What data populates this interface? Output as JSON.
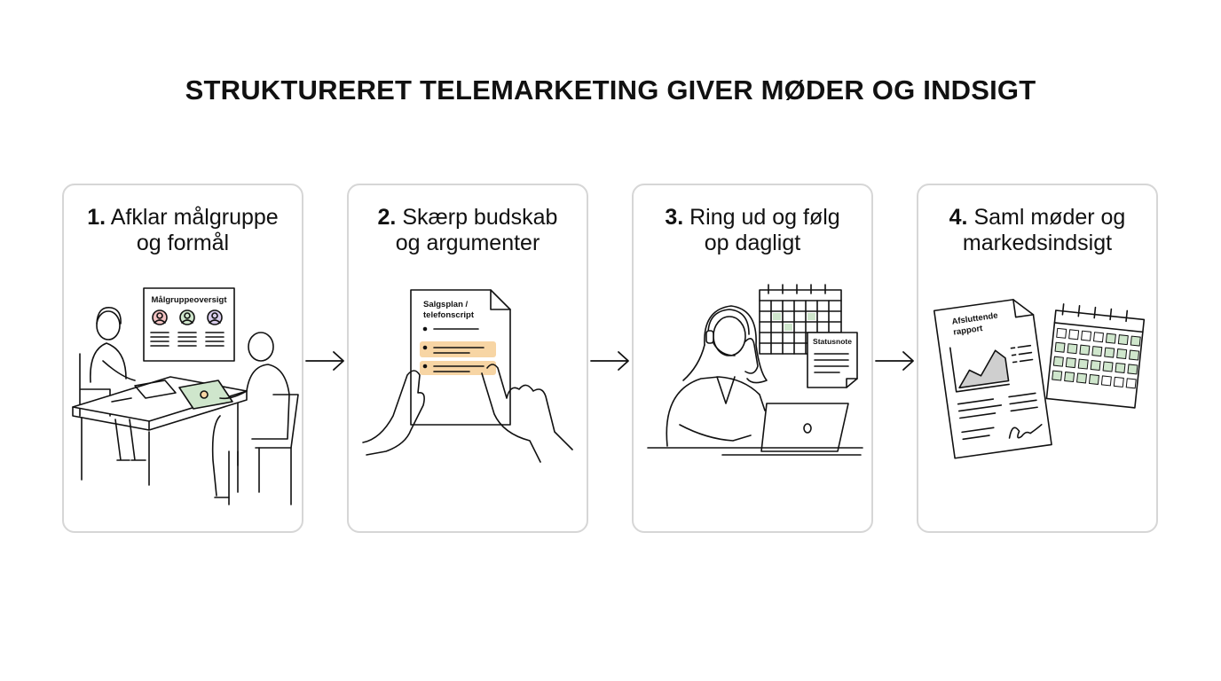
{
  "title": "STRUKTURERET TELEMARKETING GIVER MØDER OG INDSIGT",
  "steps": [
    {
      "number": "1.",
      "line1": "Afklar målgruppe",
      "line2": "og formål",
      "board_label": "Målgruppeoversigt"
    },
    {
      "number": "2.",
      "line1": "Skærp budskab",
      "line2": "og argumenter",
      "doc_label_1": "Salgsplan /",
      "doc_label_2": "telefonscript"
    },
    {
      "number": "3.",
      "line1": "Ring ud og følg",
      "line2": "op dagligt",
      "note_label": "Statusnote"
    },
    {
      "number": "4.",
      "line1": "Saml møder og",
      "line2": "markedsindsigt",
      "report_label_1": "Afsluttende",
      "report_label_2": "rapport"
    }
  ],
  "colors": {
    "accent_orange": "#f7d5a4",
    "accent_green": "#cfe6cc",
    "green_mark": "#3f8f4f",
    "avatar_pink": "#f3c3c3",
    "avatar_green": "#cfe6cc",
    "avatar_purple": "#d9cdec",
    "card_border": "#d6d6d6"
  }
}
